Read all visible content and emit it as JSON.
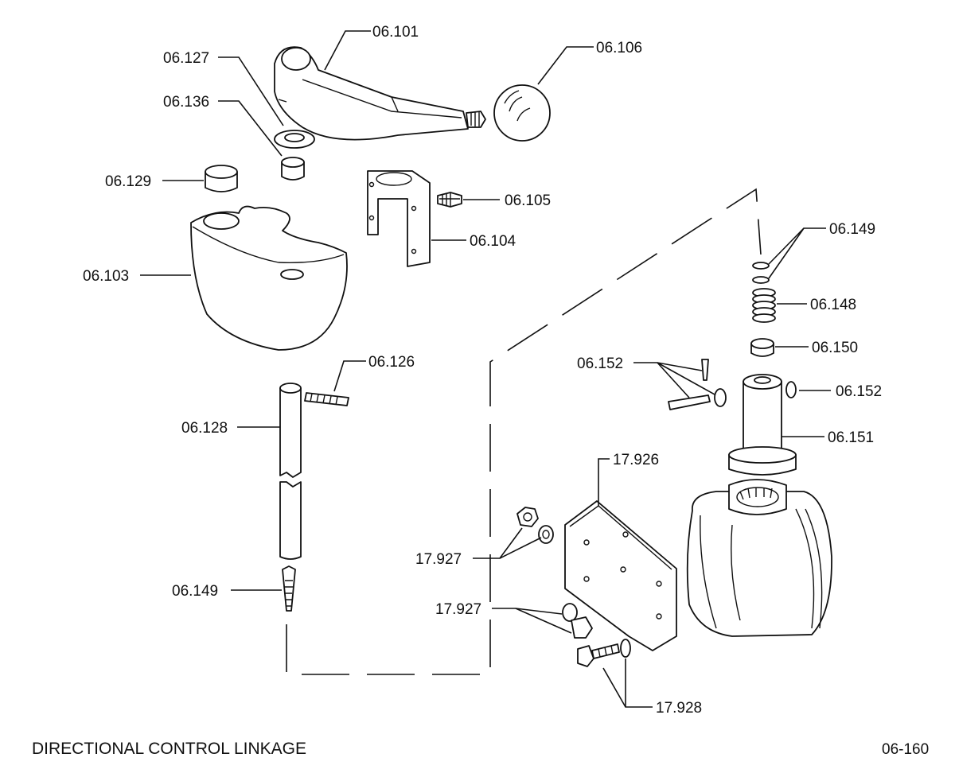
{
  "title": "DIRECTIONAL CONTROL LINKAGE",
  "page_number": "06-160",
  "callouts": {
    "c06101": "06.101",
    "c06106": "06.106",
    "c06127": "06.127",
    "c06136": "06.136",
    "c06129": "06.129",
    "c06105": "06.105",
    "c06104": "06.104",
    "c06103": "06.103",
    "c06149_top": "06.149",
    "c06148": "06.148",
    "c06150": "06.150",
    "c06126": "06.126",
    "c06152_left": "06.152",
    "c06152_right": "06.152",
    "c06128": "06.128",
    "c06151": "06.151",
    "c17926": "17.926",
    "c17927_upper": "17.927",
    "c17927_lower": "17.927",
    "c06149_bottom": "06.149",
    "c17928": "17.928"
  }
}
